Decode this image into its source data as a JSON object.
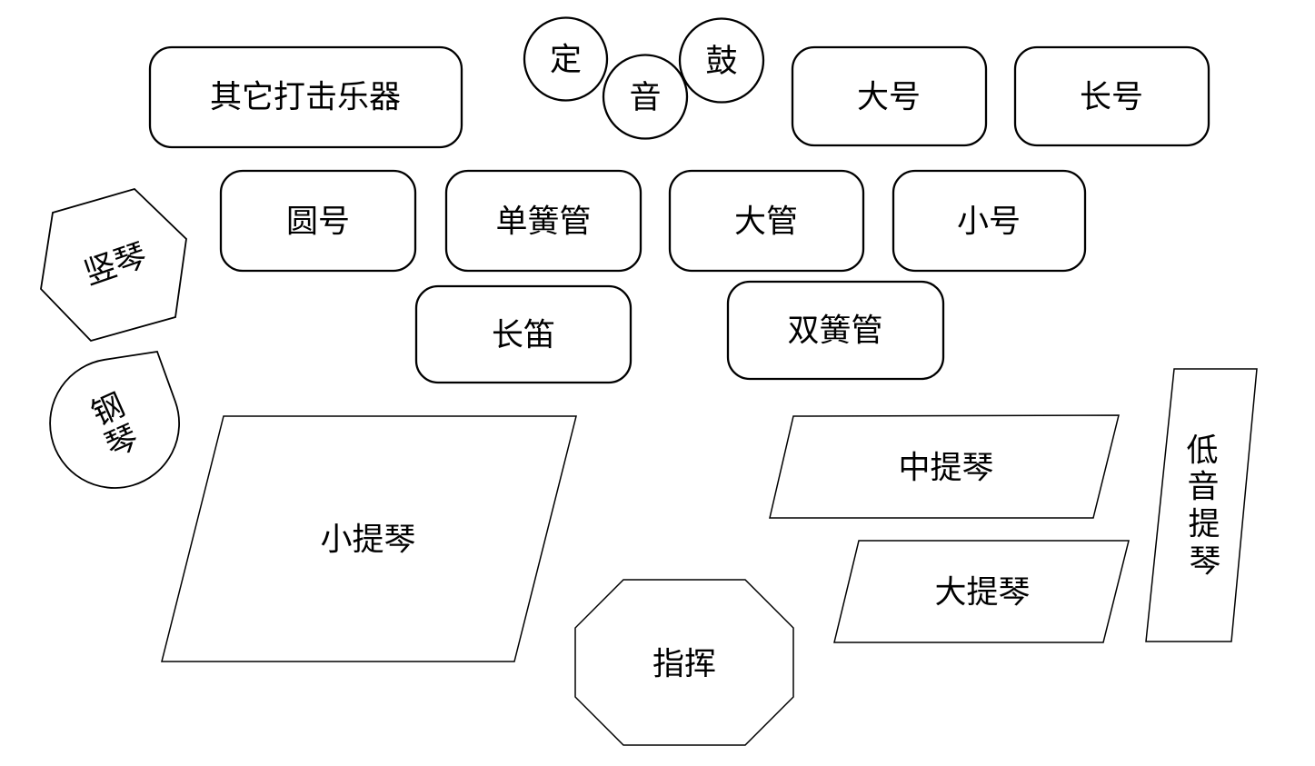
{
  "diagram": {
    "background_color": "#ffffff",
    "stroke_color": "#000000",
    "nodes": {
      "other_percussion": {
        "label": "其它打击乐器",
        "shape": "rounded-rect"
      },
      "timpani": {
        "label": "定音鼓",
        "chars": [
          "定",
          "音",
          "鼓"
        ],
        "shape": "three-circles"
      },
      "tuba": {
        "label": "大号",
        "shape": "rounded-rect"
      },
      "trombone": {
        "label": "长号",
        "shape": "rounded-rect"
      },
      "french_horn": {
        "label": "圆号",
        "shape": "rounded-rect"
      },
      "clarinet": {
        "label": "单簧管",
        "shape": "rounded-rect"
      },
      "bassoon": {
        "label": "大管",
        "shape": "rounded-rect"
      },
      "trumpet": {
        "label": "小号",
        "shape": "rounded-rect"
      },
      "flute": {
        "label": "长笛",
        "shape": "rounded-rect"
      },
      "oboe": {
        "label": "双簧管",
        "shape": "rounded-rect"
      },
      "harp": {
        "label": "竖琴",
        "shape": "hexagon"
      },
      "piano": {
        "label": "钢琴",
        "chars": [
          "钢",
          "琴"
        ],
        "shape": "teardrop"
      },
      "violins": {
        "label": "小提琴",
        "shape": "parallelogram"
      },
      "violas": {
        "label": "中提琴",
        "shape": "parallelogram"
      },
      "cellos": {
        "label": "大提琴",
        "shape": "parallelogram"
      },
      "double_bass": {
        "label": "低音提琴",
        "chars": [
          "低",
          "音",
          "提",
          "琴"
        ],
        "shape": "parallelogram"
      },
      "conductor": {
        "label": "指挥",
        "shape": "octagon"
      }
    }
  }
}
